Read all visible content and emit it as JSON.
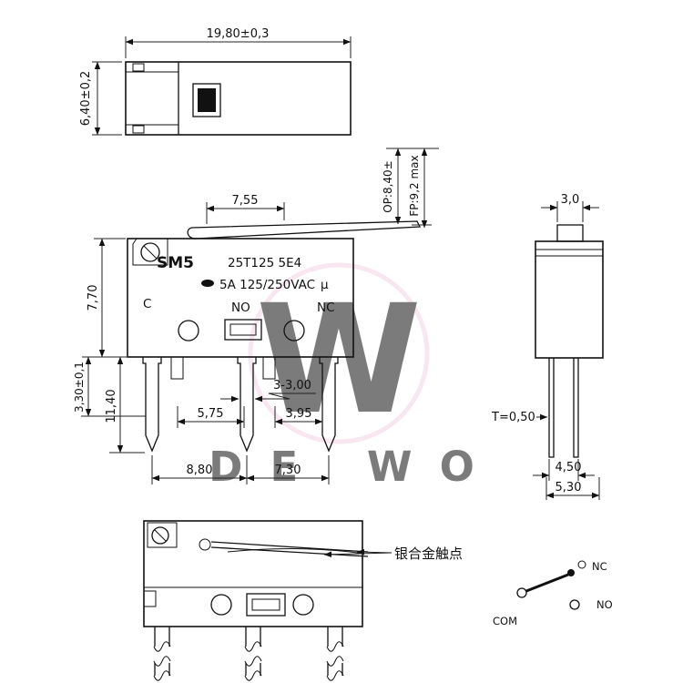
{
  "title": "SM5 micro switch engineering drawing",
  "watermark": {
    "letter": "W",
    "brand": "DE WO",
    "accent_color": "#f2c9e0",
    "text_color": "#dccfd8"
  },
  "top_view": {
    "dim_width": "19,80±0,3",
    "dim_height": "6,40±0,2"
  },
  "front_view": {
    "dim_lever_arm": "7,55",
    "dim_op": "OP:8,40±",
    "dim_fp": "FP:9,2 max",
    "model": "SM5",
    "type_code": "25T125  5E4",
    "rating": "5A  125/250VAC",
    "mu": "µ",
    "terminal_c": "C",
    "terminal_no": "NO",
    "terminal_nc": "NC",
    "dim_body_height": "7,70",
    "dim_pin_length": "11,40",
    "dim_pin_step": "3,30±0,1",
    "dim_pin_width": "3-3,00",
    "dim_spacing_left": "5,75",
    "dim_spacing_right": "3,95",
    "dim_pitch_left": "8,80",
    "dim_pitch_right": "7,30"
  },
  "side_view": {
    "dim_button_width": "3,0",
    "dim_thickness": "T=0,50",
    "dim_pin_span": "4,50",
    "dim_base_width": "5,30"
  },
  "bottom_view": {
    "callout": "银合金触点"
  },
  "schematic": {
    "label_nc": "NC",
    "label_no": "NO",
    "label_com": "COM"
  }
}
